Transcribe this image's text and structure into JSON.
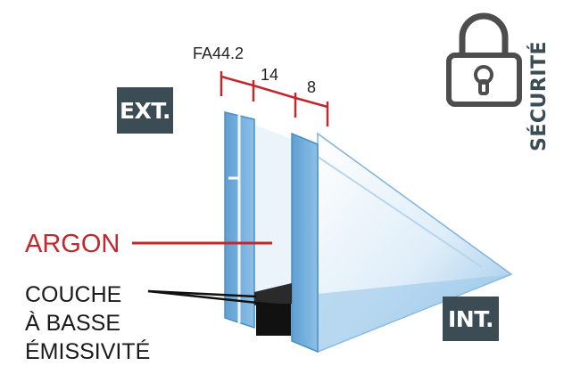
{
  "labels": {
    "exterior": "EXT.",
    "interior": "INT.",
    "gas": "ARGON",
    "coating_lines": [
      "COUCHE",
      "À BASSE",
      "ÉMISSIVITÉ"
    ],
    "security": "SÉCURITÉ"
  },
  "dimensions": {
    "outer_pane": "FA44.2",
    "gap": "14",
    "inner_pane": "8"
  },
  "colors": {
    "badge": "#3c4c55",
    "accent_red": "#c1272d",
    "glass": "#6fa9d6",
    "spacer": "#111111"
  },
  "icons": {
    "security": "padlock-icon"
  }
}
